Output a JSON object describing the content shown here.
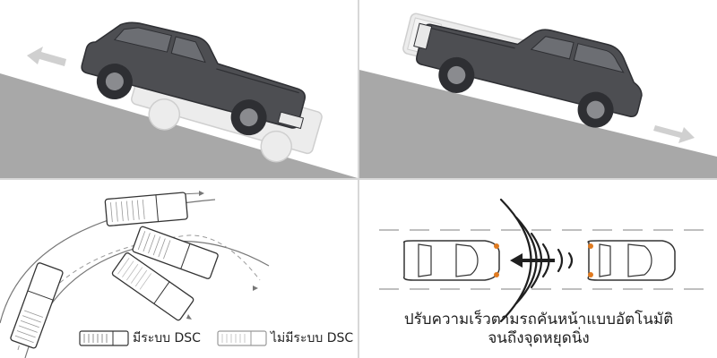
{
  "dsc_legend": {
    "with_dsc_label": "มีระบบ DSC",
    "without_dsc_label": "ไม่มีระบบ DSC"
  },
  "acc_caption": {
    "line1": "ปรับความเร็วตามรถคันหน้าแบบอัตโนมัติ",
    "line2": "จนถึงจุดหยุดนิ่ง"
  },
  "colors": {
    "slope": "#a8a8a8",
    "truck_body": "#4d4e52",
    "truck_dark": "#2e2f33",
    "ghost": "#e4e4e4",
    "radar": "#1f1f1f",
    "sensor": "#e07a1f",
    "arrow_gray": "#d0d0d0"
  }
}
